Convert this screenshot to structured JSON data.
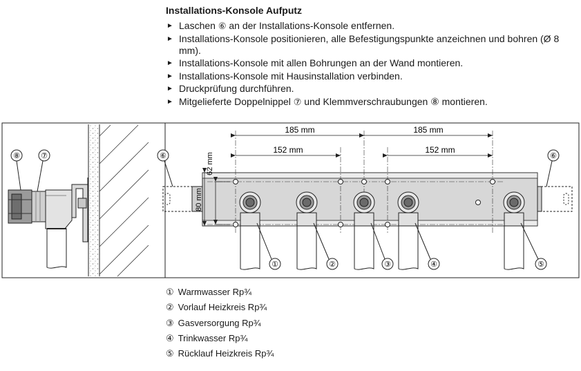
{
  "heading": "Installations-Konsole Aufputz",
  "steps": [
    {
      "pre": "Laschen ",
      "circ": "⑥",
      "post": " an der Installations-Konsole entfernen."
    },
    {
      "pre": "Installations-Konsole positionieren, alle Befestigungspunkte anzeichnen und bohren (Ø 8 mm).",
      "circ": "",
      "post": ""
    },
    {
      "pre": "Installations-Konsole mit allen Bohrungen an der Wand montieren.",
      "circ": "",
      "post": ""
    },
    {
      "pre": "Installations-Konsole mit Hausinstallation verbinden.",
      "circ": "",
      "post": ""
    },
    {
      "pre": "Druckprüfung durchführen.",
      "circ": "",
      "post": ""
    },
    {
      "pre": "Mitgelieferte Doppelnippel ",
      "circ": "⑦",
      "post": " und Klemmverschraubungen ⑧ montieren."
    }
  ],
  "figure": {
    "dim_185_left": "185 mm",
    "dim_185_right": "185 mm",
    "dim_152_left": "152 mm",
    "dim_152_right": "152 mm",
    "dim_62": "62 mm",
    "dim_80": "80 mm",
    "callouts": {
      "c1": "①",
      "c2": "②",
      "c3": "③",
      "c4": "④",
      "c5": "⑤",
      "c6_left": "⑥",
      "c6_right": "⑥",
      "c7": "⑦",
      "c8": "⑧"
    }
  },
  "legend": [
    {
      "num": "①",
      "label": "Warmwasser Rp¾"
    },
    {
      "num": "②",
      "label": "Vorlauf Heizkreis Rp¾"
    },
    {
      "num": "③",
      "label": "Gasversorgung Rp¾"
    },
    {
      "num": "④",
      "label": "Trinkwasser Rp¾"
    },
    {
      "num": "⑤",
      "label": "Rücklauf Heizkreis Rp¾"
    }
  ]
}
